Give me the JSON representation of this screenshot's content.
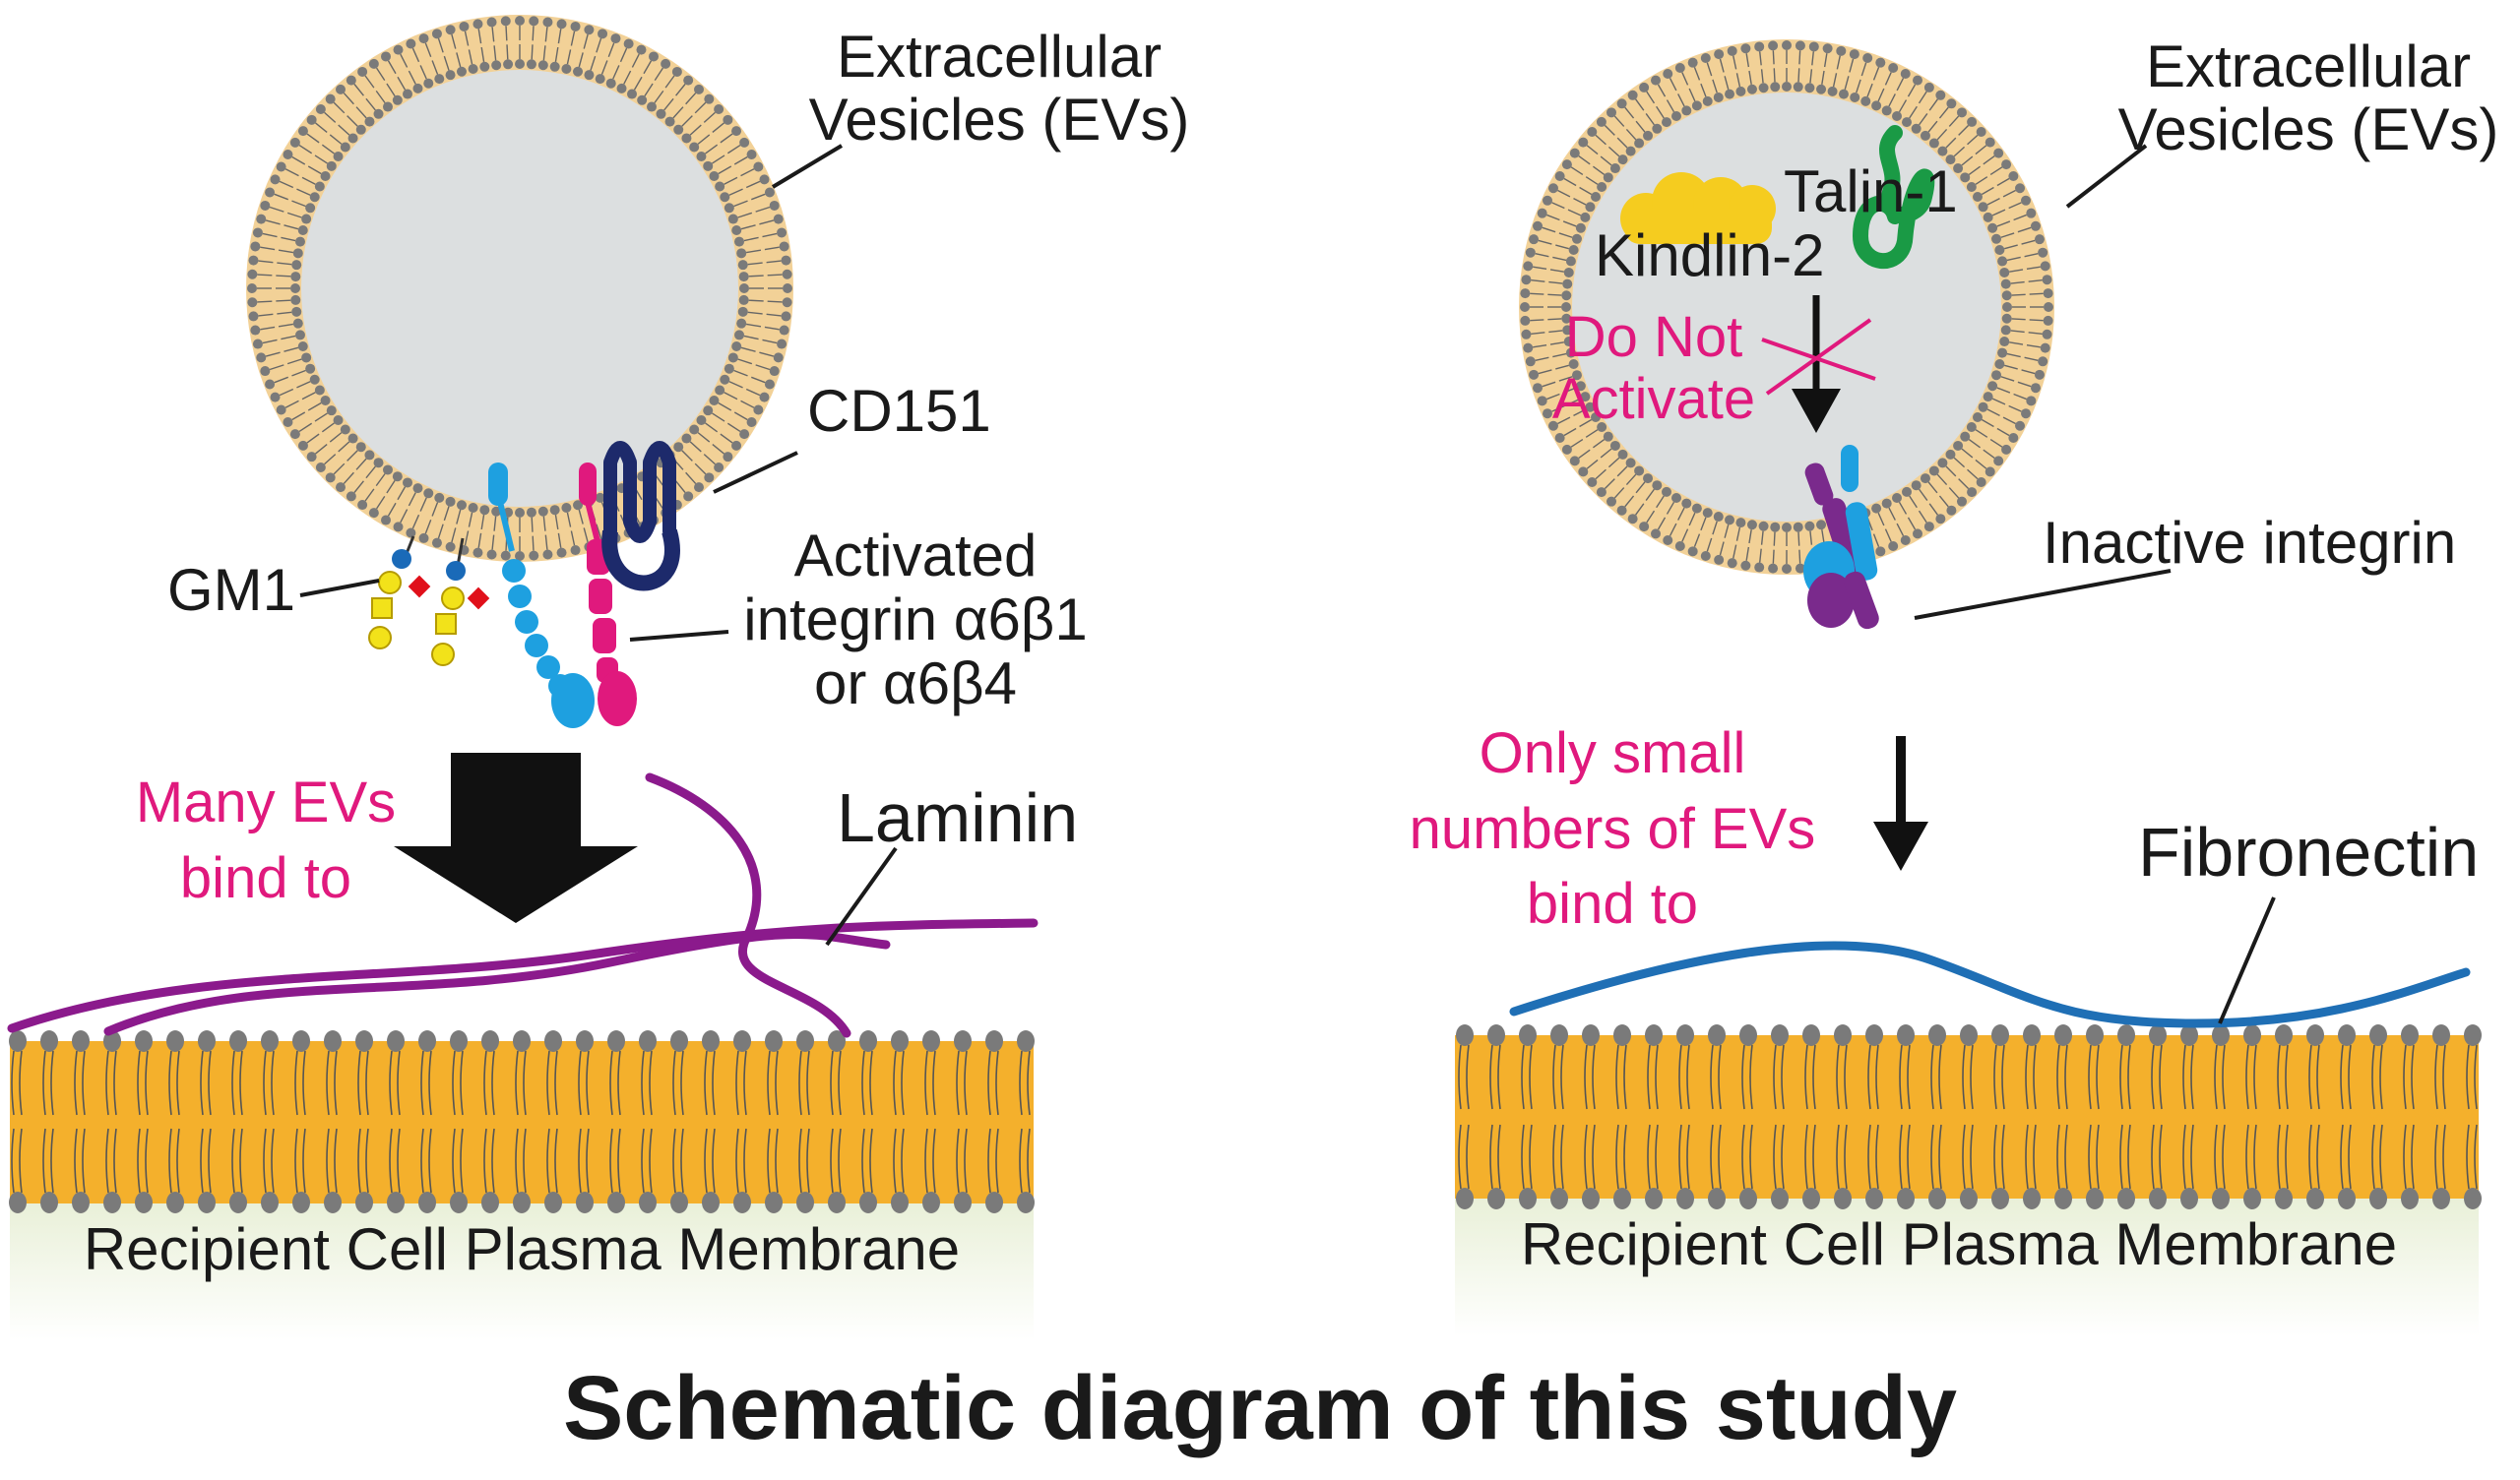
{
  "title": "Schematic diagram of this study",
  "left_panel": {
    "ev_label_line1": "Extracellular",
    "ev_label_line2": "Vesicles (EVs)",
    "cd151_label": "CD151",
    "gm1_label": "GM1",
    "integrin_label_line1": "Activated",
    "integrin_label_line2": "integrin α6β1",
    "integrin_label_line3": "or α6β4",
    "binding_text_line1": "Many EVs",
    "binding_text_line2": "bind to",
    "ligand_label": "Laminin",
    "membrane_label": "Recipient Cell Plasma Membrane"
  },
  "right_panel": {
    "ev_label_line1": "Extracellular",
    "ev_label_line2": "Vesicles (EVs)",
    "talin_label": "Talin-1",
    "kindlin_label": "Kindlin-2",
    "do_not_line1": "Do Not",
    "do_not_line2": "Activate",
    "integrin_label": "Inactive integrin",
    "binding_text_line1": "Only small",
    "binding_text_line2": "numbers of EVs",
    "binding_text_line3": "bind to",
    "ligand_label": "Fibronectin",
    "membrane_label": "Recipient Cell Plasma Membrane"
  },
  "colors": {
    "membrane_orange": "#f4b02c",
    "ev_shell": "#f2d197",
    "ev_lumen": "#dcdfe0",
    "lipid_head": "#7a7a7a",
    "magenta_text": "#e0197d",
    "laminin": "#8b1a8c",
    "fibronectin": "#1f6fb5",
    "integrin_blue": "#1ea0e0",
    "integrin_pink": "#e0197d",
    "cd151_navy": "#1d2a6b",
    "talin_green": "#1a9a45",
    "kindlin_yellow": "#f5cc1f",
    "inactive_purple": "#7a2a8c",
    "cytoplasm_green": "#eef3df"
  }
}
